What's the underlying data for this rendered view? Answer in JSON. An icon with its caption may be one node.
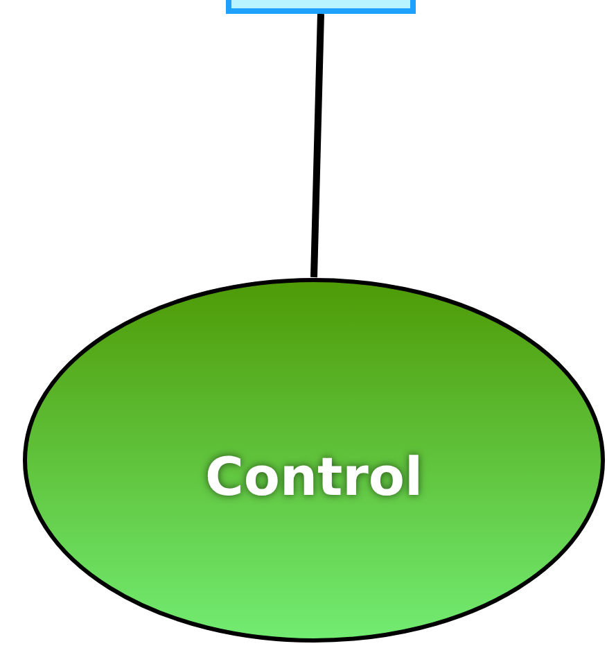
{
  "diagram": {
    "nodes": [
      {
        "text": [],
        "shape": "box"
      },
      {
        "text": [
          "Control"
        ]
      }
    ],
    "edges": [
      {
        "from": 0,
        "to": 1,
        "arrow": "none"
      }
    ]
  }
}
